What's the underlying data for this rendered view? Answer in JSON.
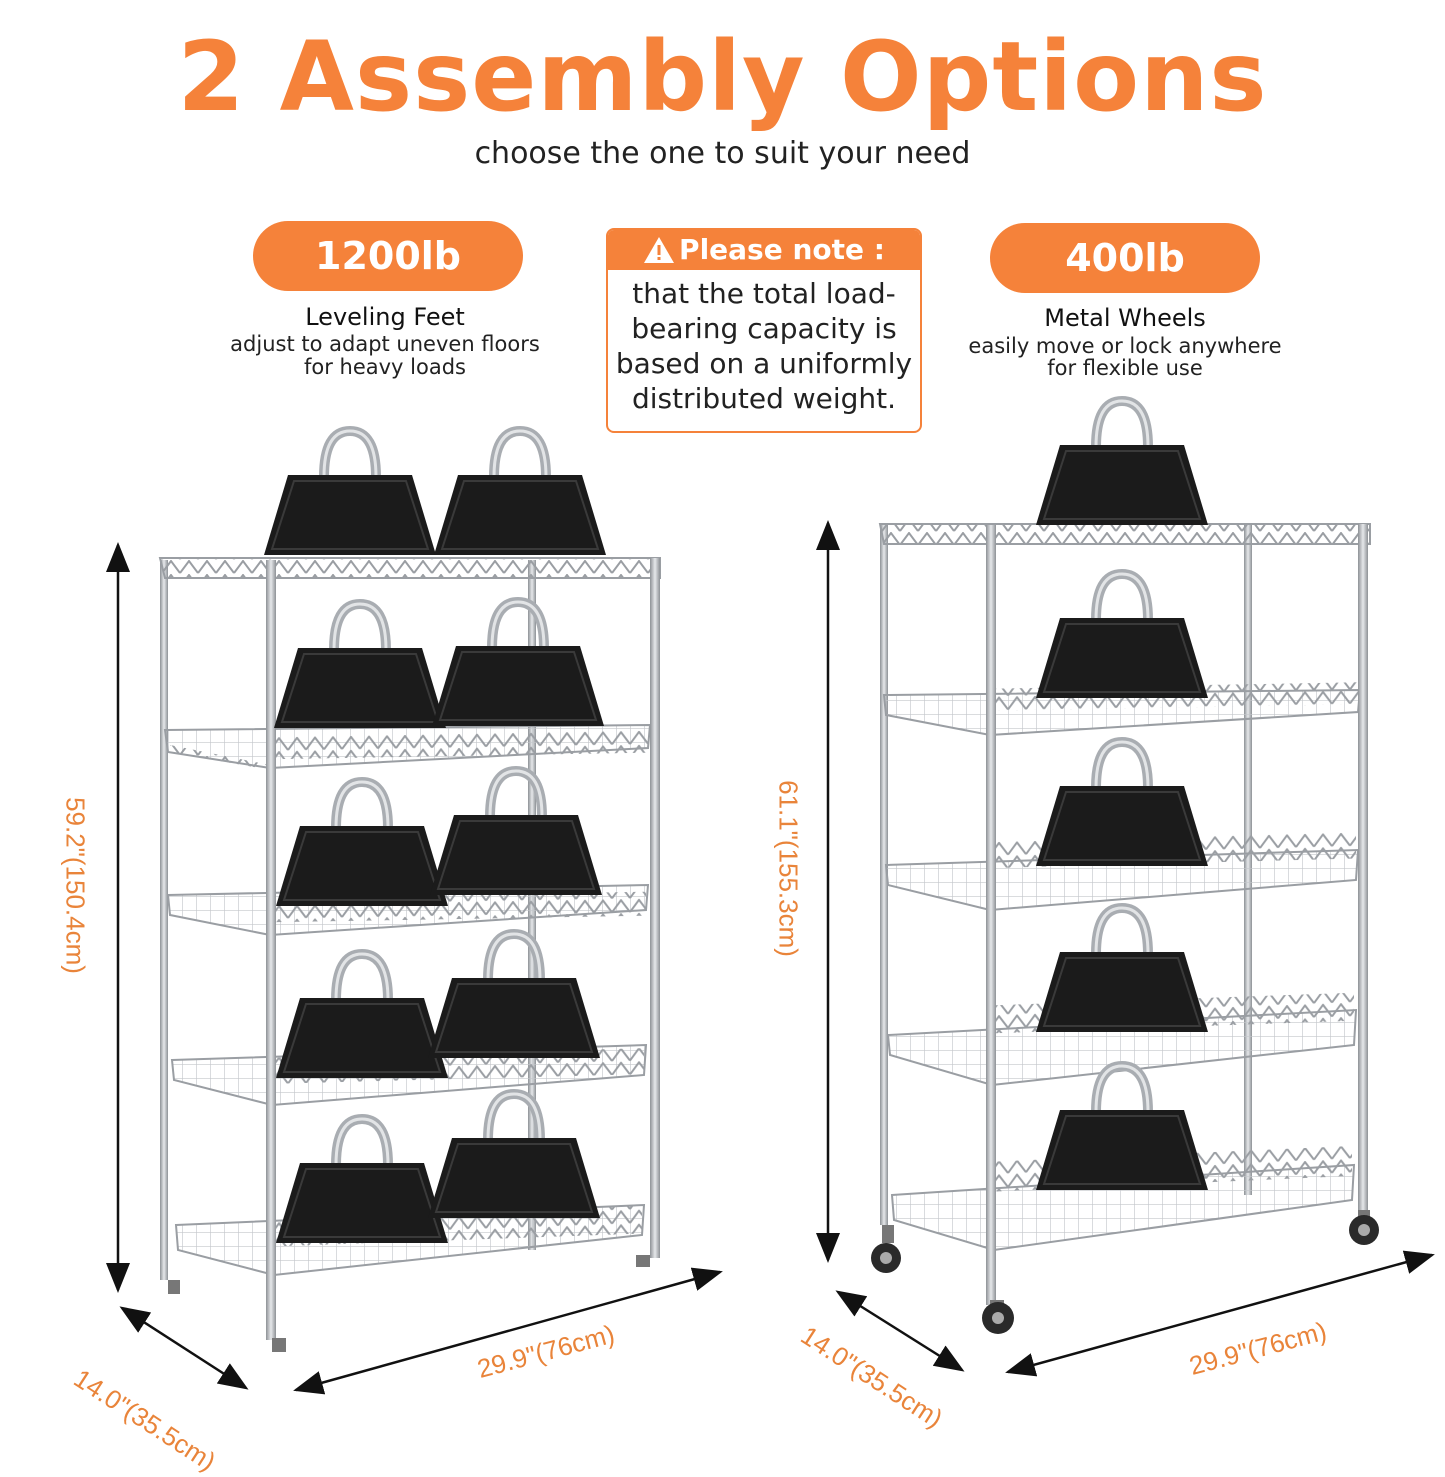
{
  "header": {
    "title": "2 Assembly Options",
    "subtitle": "choose the one to suit your need"
  },
  "options": [
    {
      "weight": "1200lb",
      "name": "Leveling Feet",
      "desc_line1": "adjust to adapt uneven floors",
      "desc_line2": "for heavy loads"
    },
    {
      "weight": "400lb",
      "name": "Metal Wheels",
      "desc_line1": "easily move or lock anywhere",
      "desc_line2": "for flexible use"
    }
  ],
  "note": {
    "heading": "Please note :",
    "line1": "that the total load-",
    "line2": "bearing capacity is",
    "line3": "based on a uniformly",
    "line4": "distributed weight."
  },
  "dimensions": {
    "left_height": "59.2\"(150.4cm)",
    "left_depth": "14.0\"(35.5cm)",
    "left_width": "29.9\"(76cm)",
    "right_height": "61.1\"(155.3cm)",
    "right_depth": "14.0\"(35.5cm)",
    "right_width": "29.9\"(76cm)"
  },
  "colors": {
    "accent": "#f5823a",
    "dimension": "#e9843a",
    "weight_body": "#1b1b1b",
    "chrome": "#b9bcc0"
  }
}
